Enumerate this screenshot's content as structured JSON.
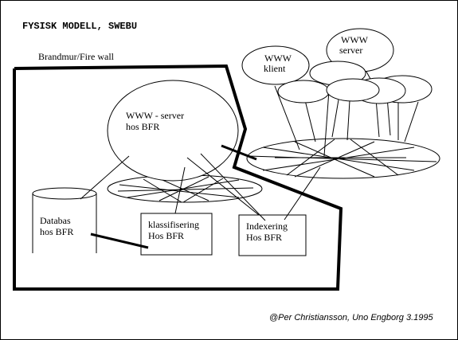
{
  "title": "FYSISK MODELL, SWEBU",
  "firewall_label": "Brandmur/Fire wall",
  "nodes": {
    "www_server_bfr": [
      "WWW - server",
      "hos BFR"
    ],
    "databas": [
      "Databas",
      "hos BFR"
    ],
    "klassifisering": [
      "klassifisering",
      "Hos BFR"
    ],
    "indexering": [
      "Indexering",
      "Hos BFR"
    ],
    "www_klient": [
      "WWW",
      "klient"
    ],
    "www_server_ext": [
      "WWW",
      "server"
    ]
  },
  "credit": "@Per Christiansson, Uno Engborg 3.1995",
  "colors": {
    "line": "#000000",
    "background": "#ffffff"
  }
}
